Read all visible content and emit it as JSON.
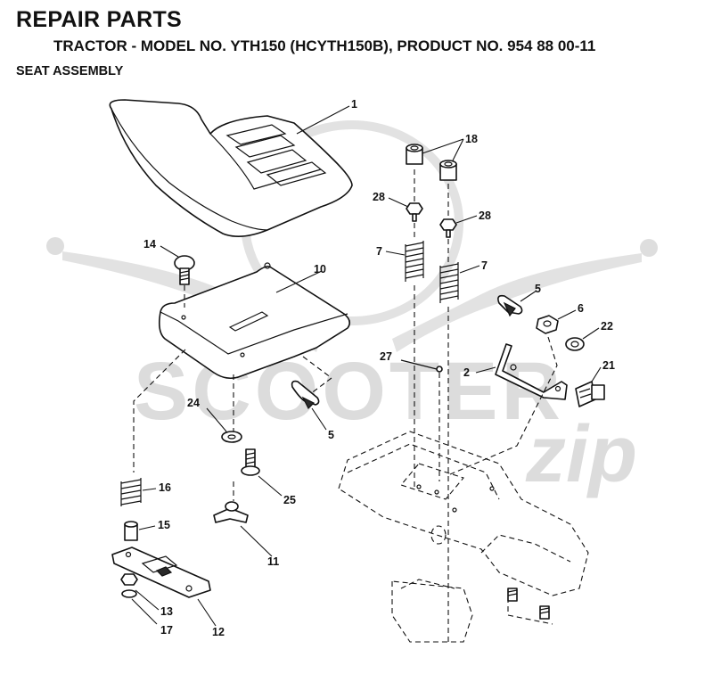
{
  "header": {
    "title": "REPAIR PARTS",
    "subtitle": "TRACTOR - MODEL NO. YTH150 (HCYTH150B), PRODUCT NO.  954 88 00-11",
    "section": "SEAT ASSEMBLY"
  },
  "watermark": {
    "brand_main": "SCOOTER",
    "brand_script": "zip"
  },
  "callouts": {
    "c1": "1",
    "c2": "2",
    "c5a": "5",
    "c5b": "5",
    "c6": "6",
    "c7a": "7",
    "c7b": "7",
    "c10": "10",
    "c11": "11",
    "c12": "12",
    "c13": "13",
    "c14": "14",
    "c15": "15",
    "c16": "16",
    "c17": "17",
    "c18": "18",
    "c21": "21",
    "c22": "22",
    "c24": "24",
    "c25": "25",
    "c27": "27",
    "c28a": "28",
    "c28b": "28"
  }
}
